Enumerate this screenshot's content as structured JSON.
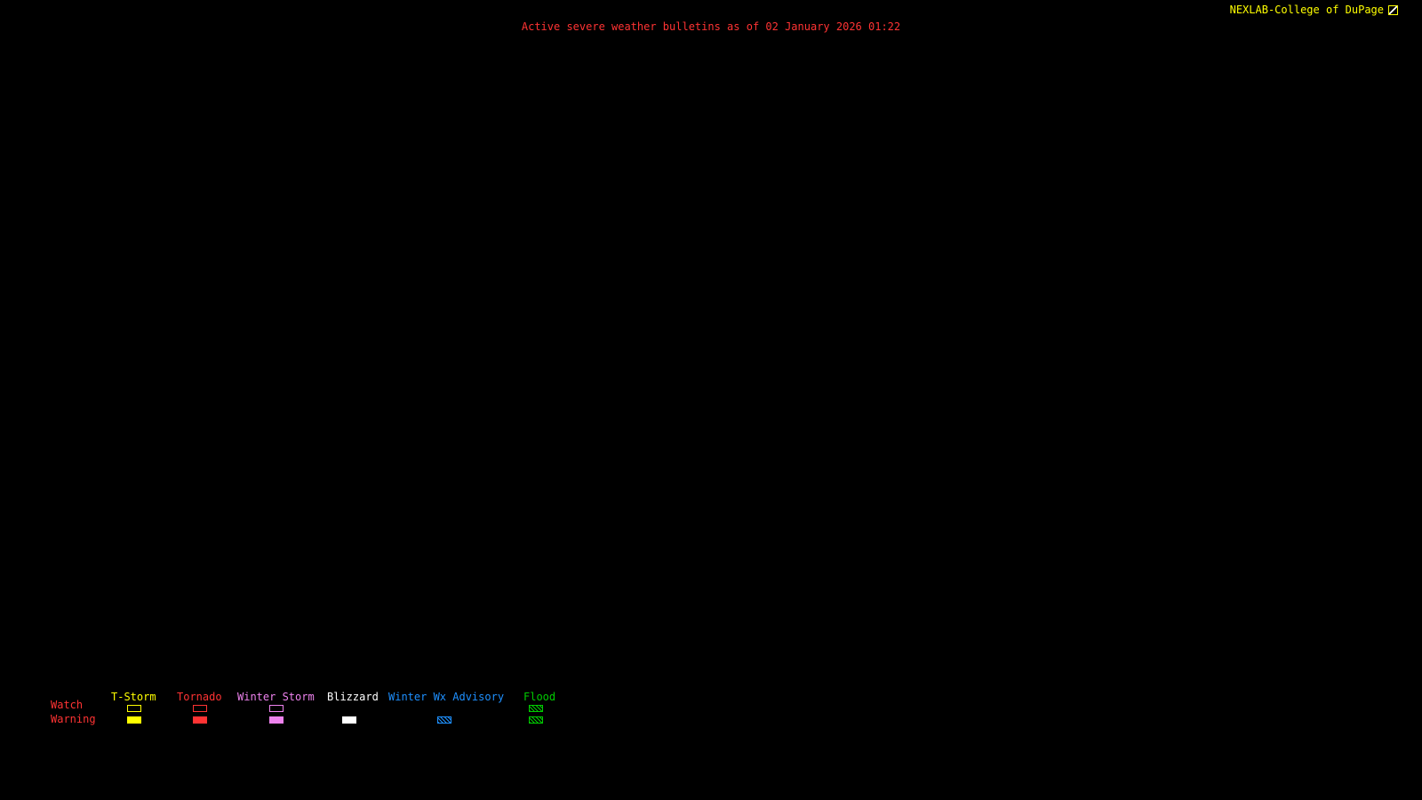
{
  "colors": {
    "background": "#000000",
    "title_red": "#ff3333",
    "brand_yellow": "#ffff00"
  },
  "header": {
    "title": "Active severe weather bulletins as of 02 January 2026 01:22",
    "brand": "NEXLAB-College of DuPage"
  },
  "legend": {
    "row_labels": [
      "Watch",
      "Warning"
    ],
    "columns": [
      {
        "label": "T-Storm",
        "color": "#ffff00",
        "watch": "outline",
        "warning": "fill"
      },
      {
        "label": "Tornado",
        "color": "#ff3333",
        "watch": "outline",
        "warning": "fill"
      },
      {
        "label": "Winter Storm",
        "color": "#ee82ee",
        "watch": "outline",
        "warning": "fill"
      },
      {
        "label": "Blizzard",
        "color": "#ffffff",
        "watch": "none",
        "warning": "fill"
      },
      {
        "label": "Winter Wx Advisory",
        "color": "#1e90ff",
        "watch": "none",
        "warning": "hatch"
      },
      {
        "label": "Flood",
        "color": "#00cc00",
        "watch": "hatch",
        "warning": "hatch"
      }
    ]
  }
}
